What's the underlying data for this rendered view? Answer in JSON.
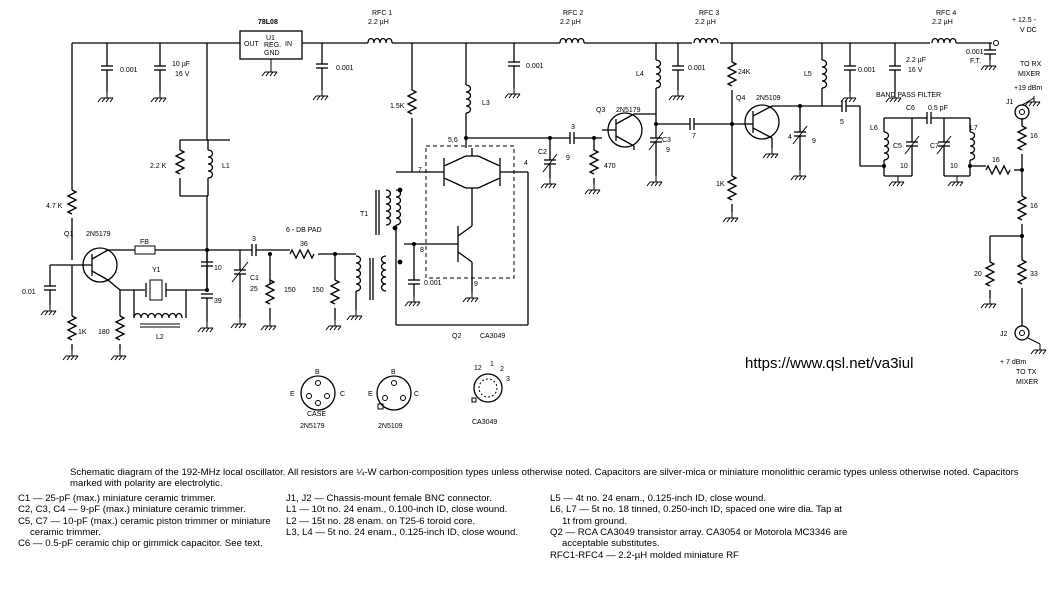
{
  "labels": {
    "u1_part": "78L08",
    "u1_name": "U1",
    "u1_out": "OUT",
    "u1_reg": "REG.",
    "u1_in": "IN",
    "u1_gnd": "GND",
    "rfc1": "RFC 1",
    "rfc2": "RFC 2",
    "rfc3": "RFC 3",
    "rfc4": "RFC 4",
    "rfc_value": "2.2 µH",
    "supply": "+ 12.5 -",
    "supply2": "V DC",
    "c0001": "0.001",
    "c10uf": "10 µF",
    "c16v": "16 V",
    "c22uf": "2.2 µF",
    "ft": "F.T.",
    "to_rx": "TO RX",
    "mixer": "MIXER",
    "to_tx": "TO TX",
    "dbm19": "+19 dBm",
    "dbm7": "+ 7 dBm",
    "j1": "J1",
    "j2": "J2",
    "l1": "L1",
    "l2": "L2",
    "l3": "L3",
    "l4": "L4",
    "l5": "L5",
    "l6": "L6",
    "l7": "L7",
    "r15k": "1.5K",
    "r22k": "2.2 K",
    "r47k": "4.7 K",
    "r1k": "1K",
    "r180": "180",
    "r24k": "24K",
    "r470": "470",
    "r150": "150",
    "r36": "36",
    "r16": "16",
    "r20": "20",
    "r33": "33",
    "q1": "Q1",
    "q1_part": "2N5179",
    "q3": "Q3",
    "q3_part": "2N5179",
    "q4": "Q4",
    "q4_part": "2N5109",
    "q2": "Q2",
    "q2_part": "CA3049",
    "fb": "FB",
    "y1": "Y1",
    "pad": "6 - DB PAD",
    "t1": "T1",
    "c1": "C1",
    "c2": "C2",
    "c3": "C3",
    "c4": "4",
    "c5": "C5",
    "c6": "C6",
    "c7": "C7",
    "c05pf": "0.5 pF",
    "c001": "0.01",
    "n3": "3",
    "n7": "7",
    "n5": "5",
    "n9": "9",
    "n10": "10",
    "n25": "25",
    "n39": "39",
    "n8": "8",
    "n4": "4",
    "n56": "5,6",
    "bpf": "BAND PASS FILTER",
    "pin_e": "E",
    "pin_b": "B",
    "pin_c": "C",
    "case": "CASE",
    "pin12": "12",
    "pin1": "1",
    "pin2": "2",
    "pin3": "3"
  },
  "url": "https://www.qsl.net/va3iul",
  "caption": {
    "intro": "Schematic diagram of the 192-MHz local oscillator. All resistors are ¼-W carbon-composition types unless otherwise noted. Capacitors are silver-mica or miniature monolithic ceramic types unless otherwise noted. Capacitors marked with polarity are electrolytic.",
    "col1": [
      "C1 — 25-pF (max.) miniature ceramic trimmer.",
      "C2, C3, C4 — 9-pF (max.) miniature ceramic trimmer.",
      "C5, C7 — 10-pF (max.) ceramic piston trimmer or miniature ceramic trimmer.",
      "C6 — 0.5-pF ceramic chip or gimmick capacitor. See text."
    ],
    "col2": [
      "J1, J2 — Chassis-mount female BNC connector.",
      "L1 — 10t no. 24 enam., 0.100-inch ID, close wound.",
      "L2 — 15t no. 28 enam. on T25-6 toroid core.",
      "L3, L4 — 5t no. 24 enam., 0.125-inch ID, close wound."
    ],
    "col3": [
      "L5 — 4t no. 24 enam., 0.125-inch ID, close wound.",
      "L6, L7 — 5t no. 18 tinned, 0.250-inch ID, spaced one wire dia. Tap at 1t from ground.",
      "Q2 — RCA CA3049 transistor array. CA3054 or Motorola MC3346 are acceptable substitutes.",
      "RFC1-RFC4 — 2.2-µH molded miniature RF"
    ]
  }
}
